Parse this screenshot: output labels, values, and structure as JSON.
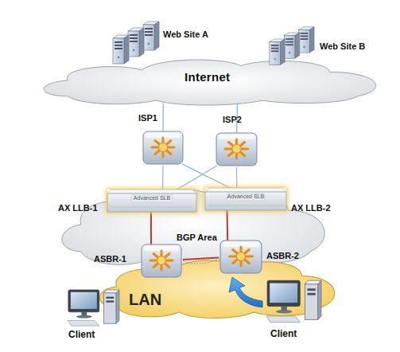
{
  "diagram": {
    "nodes": [
      {
        "text": [
          "Web Site A"
        ]
      },
      {
        "text": [
          "Web Site B"
        ]
      },
      {
        "text": [
          "Internet"
        ]
      },
      {
        "text": [
          "ISP1"
        ]
      },
      {
        "text": [
          "ISP2"
        ]
      },
      {
        "text": [
          "AX LLB-1",
          "Advanced SLB"
        ]
      },
      {
        "text": [
          "AX LLB-2",
          "Advanced SLB"
        ]
      },
      {
        "text": [
          "BGP Area"
        ]
      },
      {
        "text": [
          "ASBR-1"
        ]
      },
      {
        "text": [
          "ASBR-2"
        ]
      },
      {
        "text": [
          "LAN"
        ]
      },
      {
        "text": [
          "Client"
        ]
      },
      {
        "text": [
          "Client"
        ]
      }
    ],
    "edges": [
      {
        "from": 2,
        "to": 3,
        "arrow": "none"
      },
      {
        "from": 2,
        "to": 4,
        "arrow": "none"
      },
      {
        "from": 3,
        "to": 5,
        "arrow": "none"
      },
      {
        "from": 3,
        "to": 6,
        "arrow": "none"
      },
      {
        "from": 4,
        "to": 5,
        "arrow": "none"
      },
      {
        "from": 4,
        "to": 6,
        "arrow": "none"
      },
      {
        "from": 5,
        "to": 8,
        "arrow": "none"
      },
      {
        "from": 6,
        "to": 9,
        "arrow": "none"
      },
      {
        "from": 8,
        "to": 9,
        "arrow": "none"
      }
    ]
  }
}
